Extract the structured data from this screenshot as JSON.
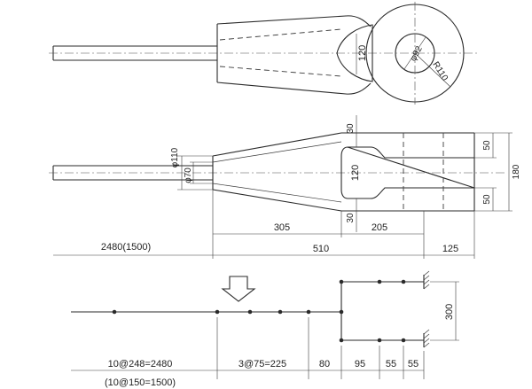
{
  "top_view": {
    "labels": {
      "height": "120",
      "hole_diameter": "φ92",
      "outer_radius": "R110"
    }
  },
  "side_view": {
    "labels": {
      "dia_outer": "φ110",
      "dia_inner": "φ70",
      "inner_opening": "120",
      "top_thickness": "30",
      "bottom_thickness": "30",
      "upper_width": "50",
      "lower_width": "50",
      "total_height": "180"
    },
    "dimensions": {
      "taper_length": "305",
      "head_length": "205",
      "overall_length": "510",
      "shaft_length": "2480(1500)",
      "end_length": "125"
    }
  },
  "model": {
    "arrow_icon": "down-arrow",
    "labels": {
      "height": "300",
      "seg_a": "10@248=2480",
      "seg_a_alt": "(10@150=1500)",
      "seg_b": "3@75=225",
      "seg_c": "80",
      "seg_d": "95",
      "seg_e": "55",
      "seg_f": "55"
    }
  }
}
